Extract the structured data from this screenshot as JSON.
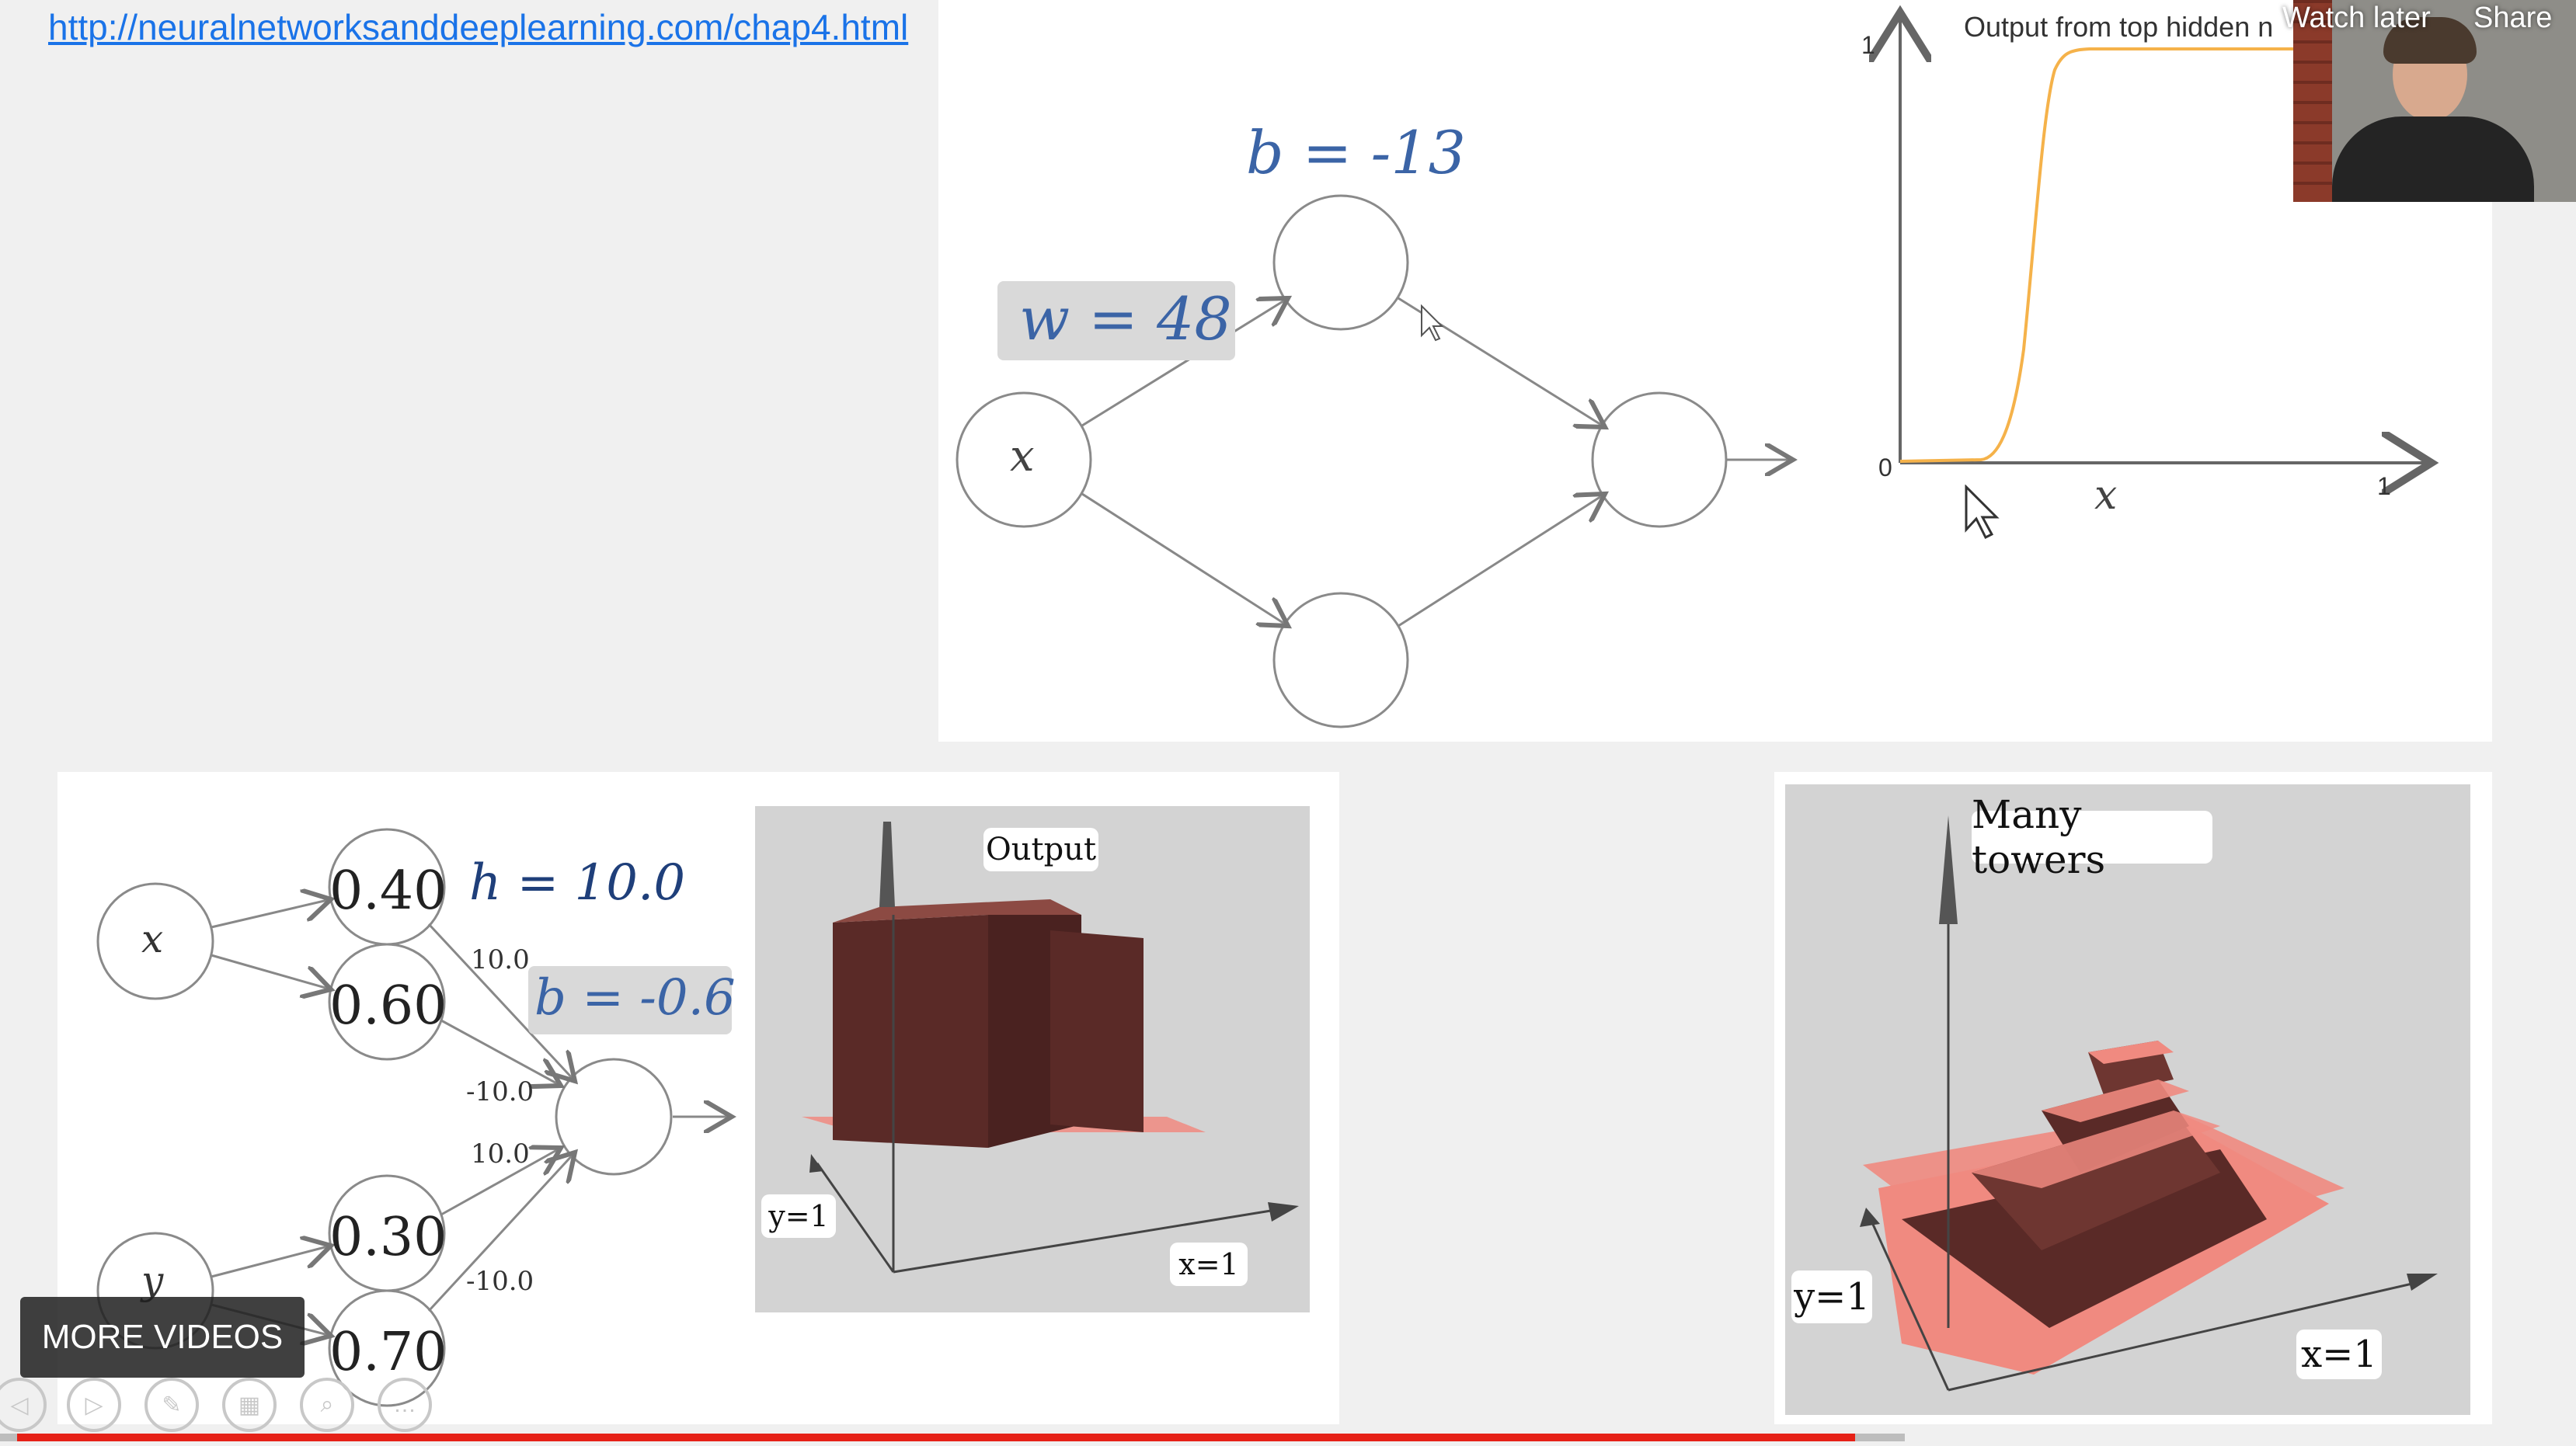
{
  "top_link": "http://neuralnetworksanddeeplearning.com/chap4.html",
  "youtube": {
    "watch_later": "Watch later",
    "share": "Share",
    "more_videos": "MORE VIDEOS",
    "progress_fraction": 0.72
  },
  "top_network": {
    "bias_label": "b = -13",
    "weight_label": "w = 48",
    "input_label": "x"
  },
  "sigmoid_plot": {
    "title": "Output from top hidden n",
    "y_ticks": [
      "1",
      "0"
    ],
    "x_tick": "1",
    "xlabel": "x"
  },
  "bottom_network": {
    "input_x": "x",
    "input_y": "y",
    "nodes": [
      "0.40",
      "0.60",
      "0.30",
      "0.70"
    ],
    "weights": [
      "10.0",
      "-10.0",
      "10.0",
      "-10.0"
    ],
    "h_label": "h = 10.0",
    "b_label": "b = -0.6"
  },
  "output_plot": {
    "title": "Output",
    "y_axis": "y=1",
    "x_axis": "x=1"
  },
  "towers_plot": {
    "title": "Many towers",
    "y_axis": "y=1",
    "x_axis": "x=1"
  },
  "colors": {
    "curve": "#f5b24a",
    "math_blue": "#3b64a6",
    "tower_dark": "#5a2a27",
    "tower_light": "#f08a80",
    "progress_red": "#e62117"
  }
}
